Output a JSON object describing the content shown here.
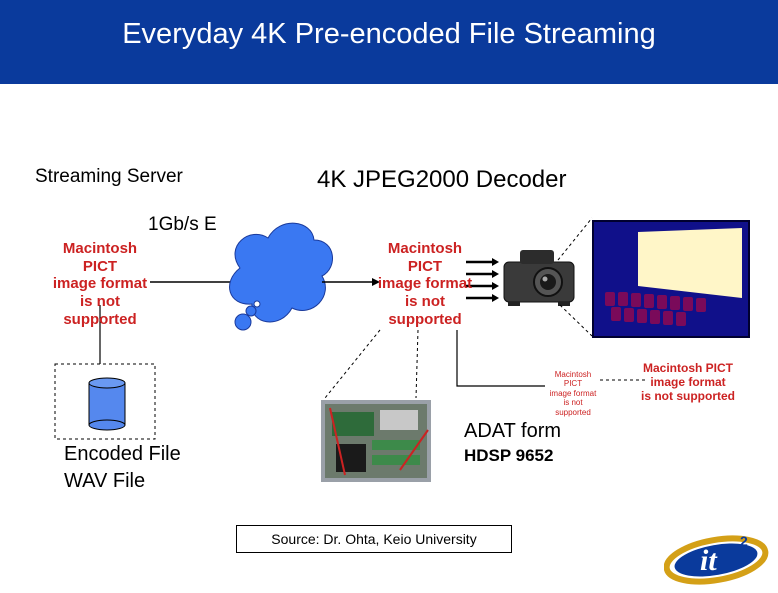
{
  "title": "Everyday 4K Pre-encoded File Streaming",
  "labels": {
    "streaming_server": "Streaming Server",
    "decoder": "4K JPEG2000 Decoder",
    "network": "1Gb/s E",
    "encoded_file": "Encoded File",
    "wav_file": "WAV File",
    "adat": "ADAT form",
    "hdsp": "HDSP 9652"
  },
  "unsupported": {
    "line1": "Macintosh PICT",
    "line2": "image format",
    "line3": "is not supported"
  },
  "source": "Source: Dr. Ohta, Keio University",
  "logo": {
    "text": "it",
    "superscript": "2"
  },
  "colors": {
    "header": "#0a3a9c",
    "cloud": "#3a78f2",
    "database": "#5588ee",
    "placeholder_text": "#cc2222"
  }
}
